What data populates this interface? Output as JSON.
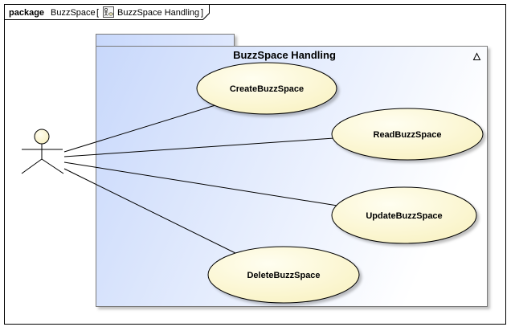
{
  "frame": {
    "keyword": "package",
    "name": "BuzzSpace",
    "bracket_open": "[",
    "diagram_icon": "use-case-diagram-icon",
    "diagram_name": "BuzzSpace Handling",
    "bracket_close": "]"
  },
  "subject": {
    "title": "BuzzSpace Handling",
    "collapse_icon": "triangle-icon"
  },
  "actor": {
    "icon": "stick-figure-icon"
  },
  "use_cases": [
    {
      "label": "CreateBuzzSpace"
    },
    {
      "label": "ReadBuzzSpace"
    },
    {
      "label": "UpdateBuzzSpace"
    },
    {
      "label": "DeleteBuzzSpace"
    }
  ],
  "colors": {
    "subject_fill_start": "#c8d8fb",
    "subject_fill_end": "#ffffff",
    "use_case_fill_start": "#fffde0",
    "use_case_fill_end": "#fbf5c8",
    "actor_head": "#fff9d0",
    "outline": "#000000"
  }
}
